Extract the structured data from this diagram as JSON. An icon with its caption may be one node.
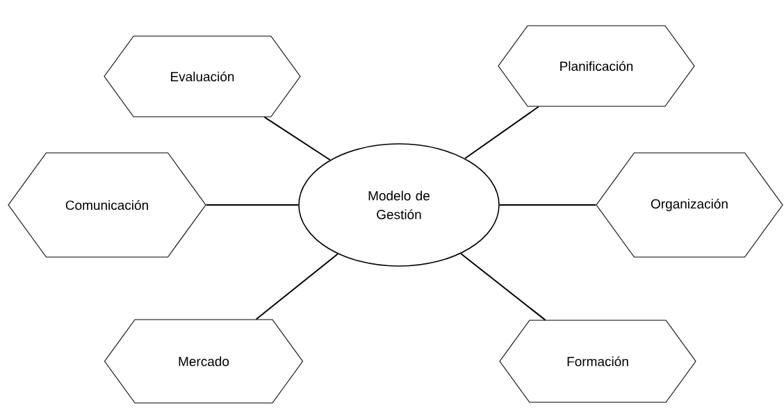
{
  "diagram": {
    "nodes": [
      {
        "text": [
          "Evaluación"
        ]
      },
      {
        "text": [
          "Planificación"
        ]
      },
      {
        "text": [
          "Comunicación"
        ]
      },
      {
        "text": [
          "Modelo de Gestión"
        ]
      },
      {
        "text": [
          "Organización"
        ]
      },
      {
        "text": [
          "Mercado"
        ]
      },
      {
        "text": [
          "Formación"
        ]
      }
    ],
    "edges": [
      {
        "from": 3,
        "to": 0,
        "arrow": "none"
      },
      {
        "from": 3,
        "to": 1,
        "arrow": "none"
      },
      {
        "from": 3,
        "to": 2,
        "arrow": "none"
      },
      {
        "from": 3,
        "to": 4,
        "arrow": "none"
      },
      {
        "from": 3,
        "to": 5,
        "arrow": "none"
      },
      {
        "from": 3,
        "to": 6,
        "arrow": "none"
      }
    ]
  }
}
